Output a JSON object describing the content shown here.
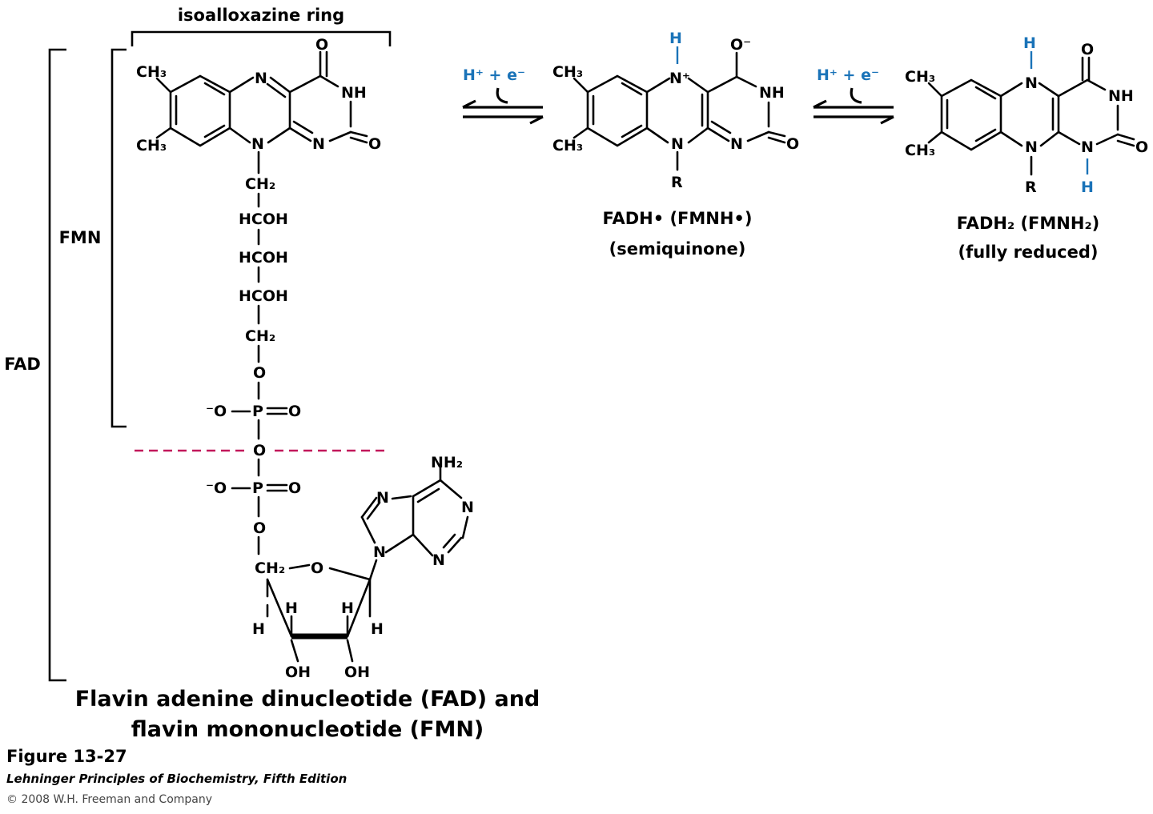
{
  "labels": {
    "ring": "isoalloxazine ring",
    "fmn_bracket": "FMN",
    "fad_bracket": "FAD"
  },
  "caption": {
    "line1": "Flavin adenine dinucleotide (FAD) and",
    "line2": "flavin mononucleotide (FMN)"
  },
  "reactions": {
    "step1": "H⁺ + e⁻",
    "step2": "H⁺ + e⁻"
  },
  "semiquinone": {
    "name": "FADH• (FMNH•)",
    "desc": "(semiquinone)"
  },
  "reduced": {
    "name": "FADH₂ (FMNH₂)",
    "desc": "(fully reduced)"
  },
  "figure": {
    "number": "Figure 13-27",
    "book": "Lehninger Principles of Biochemistry, Fifth Edition",
    "copyright": "© 2008 W.H. Freeman and Company"
  },
  "atoms": {
    "ch3": "CH₃",
    "n": "N",
    "nh": "NH",
    "o": "O",
    "o_minus": "O⁻",
    "h": "H",
    "r": "R",
    "ch2": "CH₂",
    "hcoh": "HCOH",
    "p": "P",
    "o_p_left": "⁻O",
    "nh2": "NH₂",
    "oh": "OH",
    "n_plus": "N⁺"
  },
  "colors": {
    "highlight_h": "#1a73b8",
    "divider": "#c2185b"
  }
}
